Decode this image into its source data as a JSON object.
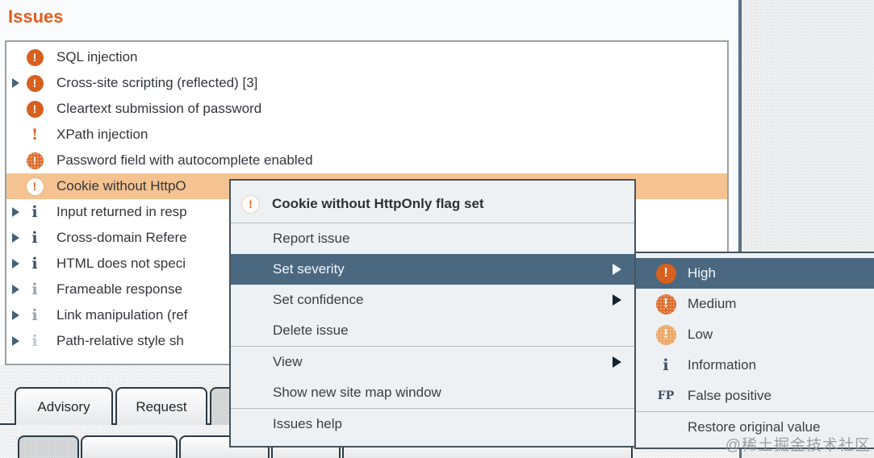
{
  "title": "Issues",
  "colors": {
    "accent_orange": "#e55c1a",
    "icon_orange": "#d7601f",
    "selected_row_bg": "#f4c391",
    "menu_highlight_bg": "#4a6880",
    "menu_bg": "#eef1f4",
    "panel_border": "#9aa0a3",
    "divider_slate": "#5b7181"
  },
  "issues": [
    {
      "label": "SQL injection",
      "icon": "severity-high-icon",
      "expandable": false,
      "selected": false
    },
    {
      "label": "Cross-site scripting (reflected) [3]",
      "icon": "severity-high-icon",
      "expandable": true,
      "selected": false
    },
    {
      "label": "Cleartext submission of password",
      "icon": "severity-high-icon",
      "expandable": false,
      "selected": false
    },
    {
      "label": "XPath injection",
      "icon": "severity-high-tentative-icon",
      "expandable": false,
      "selected": false
    },
    {
      "label": "Password field with autocomplete enabled",
      "icon": "severity-medium-icon",
      "expandable": false,
      "selected": false
    },
    {
      "label": "Cookie without HttpO",
      "icon": "severity-low-icon",
      "expandable": false,
      "selected": true
    },
    {
      "label": "Input returned in resp",
      "icon": "info-icon",
      "expandable": true,
      "selected": false
    },
    {
      "label": "Cross-domain Refere",
      "icon": "info-icon",
      "expandable": true,
      "selected": false
    },
    {
      "label": "HTML does not speci",
      "icon": "info-icon",
      "expandable": true,
      "selected": false
    },
    {
      "label": "Frameable response",
      "icon": "info-faded-icon",
      "expandable": true,
      "selected": false
    },
    {
      "label": "Link manipulation (ref",
      "icon": "info-faded-icon",
      "expandable": true,
      "selected": false
    },
    {
      "label": "Path-relative style sh",
      "icon": "info-faintest-icon",
      "expandable": true,
      "selected": false
    }
  ],
  "icon_glyphs": {
    "exclamation": "!",
    "information": "i",
    "false_positive": "FP"
  },
  "context_menu": {
    "header": "Cookie without HttpOnly flag set",
    "items": {
      "report_issue": "Report issue",
      "set_severity": "Set severity",
      "set_confidence": "Set confidence",
      "delete_issue": "Delete issue",
      "view": "View",
      "show_new_site_map_window": "Show new site map window",
      "issues_help": "Issues help"
    },
    "highlighted_item": "Set severity"
  },
  "severity_submenu": {
    "items": {
      "high": "High",
      "medium": "Medium",
      "low": "Low",
      "information": "Information",
      "false_positive": "False positive",
      "restore": "Restore original value"
    },
    "highlighted_item": "High"
  },
  "tabs": {
    "row1": {
      "advisory": "Advisory",
      "request": "Request",
      "hidden": ""
    }
  },
  "watermark": "@稀土掘金技术社区"
}
